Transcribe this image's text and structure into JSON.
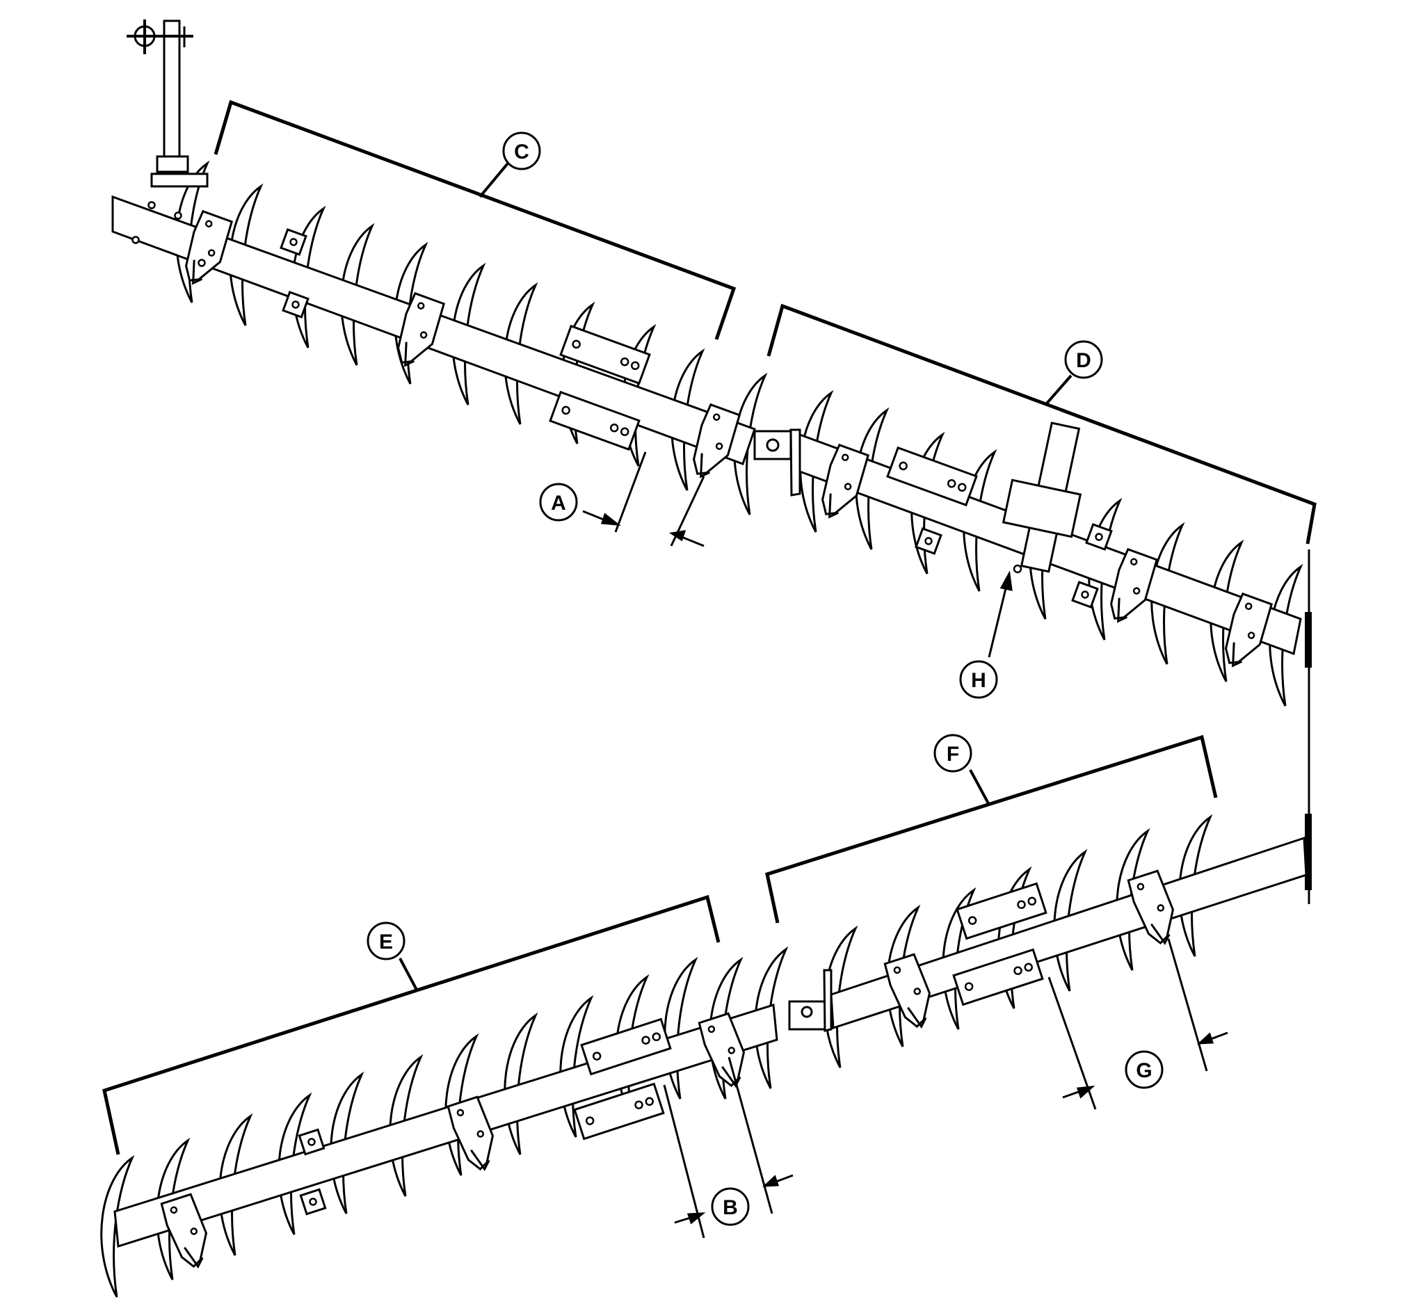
{
  "diagram": {
    "callouts": [
      {
        "id": "A",
        "text": "A"
      },
      {
        "id": "B",
        "text": "B"
      },
      {
        "id": "C",
        "text": "C"
      },
      {
        "id": "D",
        "text": "D"
      },
      {
        "id": "E",
        "text": "E"
      },
      {
        "id": "F",
        "text": "F"
      },
      {
        "id": "G",
        "text": "G"
      },
      {
        "id": "H",
        "text": "H"
      }
    ],
    "colors": {
      "line": "#000000",
      "background": "#ffffff"
    }
  }
}
